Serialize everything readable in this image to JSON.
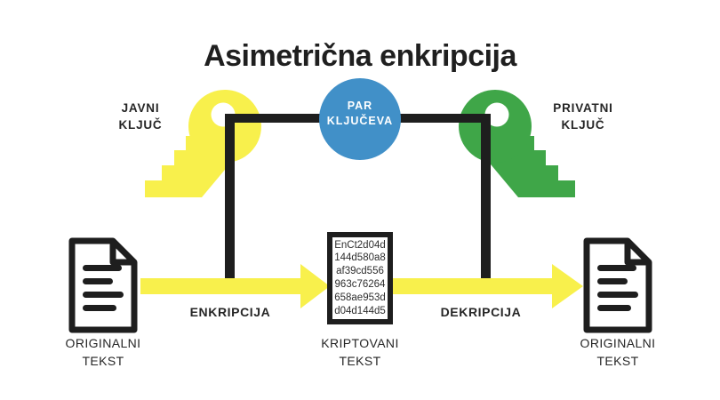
{
  "title": "Asimetrična enkripcija",
  "colors": {
    "yellow": "#F8F04C",
    "green": "#3FA648",
    "blue": "#4190C8",
    "ink": "#1e1e1e"
  },
  "nodes": {
    "public_key": {
      "label_lines": [
        "JAVNI",
        "KLJUČ"
      ],
      "icon": "yellow-key-icon"
    },
    "private_key": {
      "label_lines": [
        "PRIVATNI",
        "KLJUČ"
      ],
      "icon": "green-key-icon"
    },
    "key_pair": {
      "label_lines": [
        "PAR",
        "KLJUČEVA"
      ]
    },
    "original_text_left": {
      "label_lines": [
        "ORIGINALNI",
        "TEKST"
      ],
      "icon": "document-icon"
    },
    "original_text_right": {
      "label_lines": [
        "ORIGINALNI",
        "TEKST"
      ],
      "icon": "document-icon"
    },
    "encrypted_text": {
      "label_lines": [
        "KRIPTOVANI",
        "TEKST"
      ],
      "cipher_lines": [
        "EnCt2d04d",
        "144d580a8",
        "af39cd556",
        "963c76264",
        "658ae953d",
        "d04d144d5"
      ]
    }
  },
  "arrows": {
    "encryption_label": "ENKRIPCIJA",
    "decryption_label": "DEKRIPCIJA"
  }
}
